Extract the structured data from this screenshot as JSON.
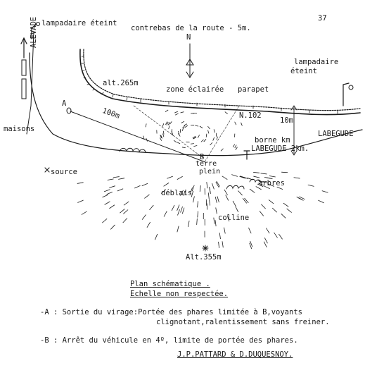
{
  "page_number": "37",
  "north_label": "N",
  "labels": {
    "lamp_left": "lampadaire éteint",
    "contrebas": "contrebas de la route - 5m.",
    "alevade": "ALEVADE",
    "alt_265": "alt.265m",
    "zone_eclairee": "zone éclairée",
    "parapet": "parapet",
    "lamp_right_1": "lampadaire",
    "lamp_right_2": "éteint",
    "point_a": "A",
    "dist_100": "100m",
    "n102": "N.102",
    "dist_10": "10m",
    "labegude": "LABEGUDE",
    "maisons": "maisons",
    "borne": "borne km",
    "labegude_2km": "LABEGUDE 2km.",
    "point_b": "B",
    "terre_plein_1": "terre",
    "terre_plein_2": "plein",
    "source": "source",
    "arbres": "arbres",
    "deblais": "déblais",
    "colline": "colline",
    "alt_355": "Alt.355m"
  },
  "caption": {
    "title": "Plan schématique .",
    "subtitle": "Echelle non respectée.",
    "note_a_line1": "-A : Sortie du virage:Portée des phares limitée à B,voyants",
    "note_a_line2": "clignotant,ralentissement sans freiner.",
    "note_b": "-B : Arrêt du véhicule en 4º, limite de portée des phares.",
    "authors": "J.P.PATTARD & D.DUQUESNOY."
  },
  "colors": {
    "ink": "#1a1a1a",
    "paper": "#ffffff"
  }
}
